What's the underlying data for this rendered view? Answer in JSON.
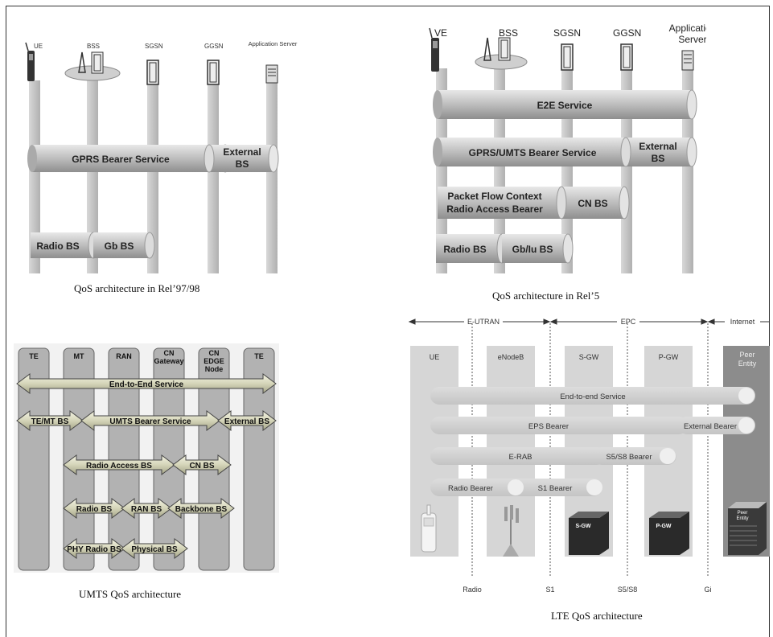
{
  "rel97": {
    "nodes": [
      "UE",
      "BSS",
      "SGSN",
      "GGSN",
      "Application Server"
    ],
    "bearers": {
      "gprs": "GPRS Bearer Service",
      "external": [
        "External",
        "BS"
      ],
      "radio": "Radio BS",
      "gb": "Gb BS"
    },
    "caption": "QoS architecture in Rel’97/98"
  },
  "rel5": {
    "nodes": [
      "VE",
      "BSS",
      "SGSN",
      "GGSN",
      "Application",
      "Server"
    ],
    "bearers": {
      "e2e": "E2E Service",
      "gprs_umts": "GPRS/UMTS Bearer Service",
      "external": [
        "External",
        "BS"
      ],
      "pfc": [
        "Packet Flow Context",
        "Radio Access Bearer"
      ],
      "cn": "CN BS",
      "radio": "Radio BS",
      "gbiu": "Gb/Iu BS"
    },
    "caption": "QoS architecture in Rel’5"
  },
  "umts": {
    "columns": [
      "TE",
      "MT",
      "RAN",
      "CN Gateway",
      "CN EDGE Node",
      "TE"
    ],
    "columns_lines": [
      [
        "TE"
      ],
      [
        "MT"
      ],
      [
        "RAN"
      ],
      [
        "CN",
        "Gateway"
      ],
      [
        "CN",
        "EDGE",
        "Node"
      ],
      [
        "TE"
      ]
    ],
    "services": {
      "e2e": "End-to-End Service",
      "temt": "TE/MT BS",
      "umts_bearer": "UMTS Bearer Service",
      "external": "External BS",
      "radio_access": "Radio Access BS",
      "cn": "CN BS",
      "radio": "Radio BS",
      "ran": "RAN BS",
      "backbone": "Backbone BS",
      "phy_radio": "PHY Radio BS",
      "physical": "Physical BS"
    },
    "caption": "UMTS QoS architecture"
  },
  "lte": {
    "regions": [
      "E-UTRAN",
      "EPC",
      "Internet"
    ],
    "nodes": [
      "UE",
      "eNodeB",
      "S-GW",
      "P-GW",
      "Peer",
      "Entity"
    ],
    "bearers": {
      "e2e": "End-to-end Service",
      "eps": "EPS Bearer",
      "external": "External Bearer",
      "erab": "E-RAB",
      "s5s8": "S5/S8 Bearer",
      "radio": "Radio Bearer",
      "s1": "S1 Bearer"
    },
    "box_labels": [
      "S-GW",
      "P-GW",
      "Peer",
      "Entity"
    ],
    "interfaces": [
      "Radio",
      "S1",
      "S5/S8",
      "Gi"
    ],
    "caption": "LTE QoS architecture"
  }
}
